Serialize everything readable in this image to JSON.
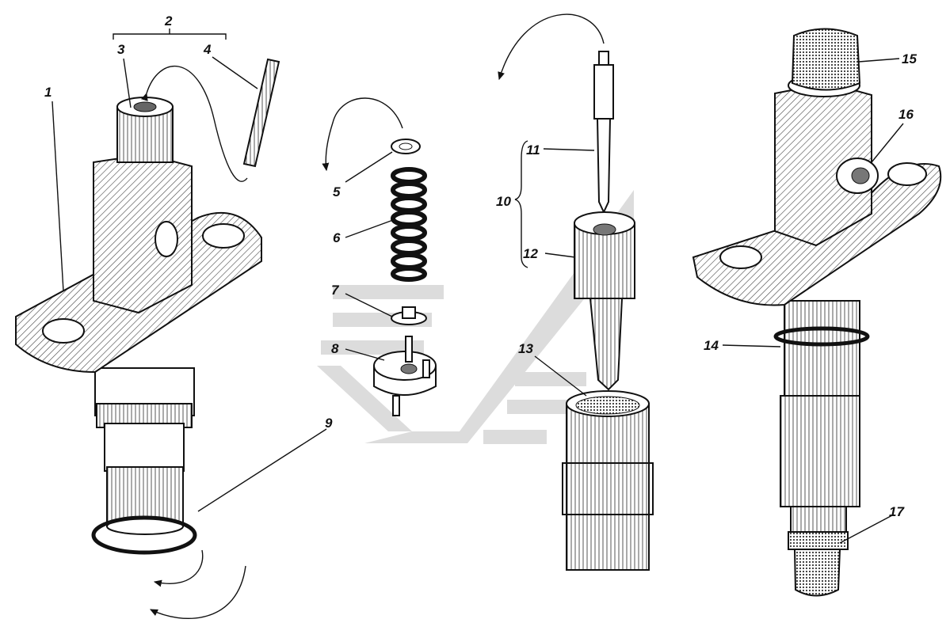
{
  "labels": [
    {
      "id": "1",
      "text": "1"
    },
    {
      "id": "2",
      "text": "2"
    },
    {
      "id": "3",
      "text": "3"
    },
    {
      "id": "4",
      "text": "4"
    },
    {
      "id": "5",
      "text": "5"
    },
    {
      "id": "6",
      "text": "6"
    },
    {
      "id": "7",
      "text": "7"
    },
    {
      "id": "8",
      "text": "8"
    },
    {
      "id": "9",
      "text": "9"
    },
    {
      "id": "10",
      "text": "10"
    },
    {
      "id": "11",
      "text": "11"
    },
    {
      "id": "12",
      "text": "12"
    },
    {
      "id": "13",
      "text": "13"
    },
    {
      "id": "14",
      "text": "14"
    },
    {
      "id": "15",
      "text": "15"
    },
    {
      "id": "16",
      "text": "16"
    },
    {
      "id": "17",
      "text": "17"
    }
  ],
  "colors": {
    "line": "#111111",
    "watermark": "#d9d9d9",
    "background": "#ffffff"
  }
}
